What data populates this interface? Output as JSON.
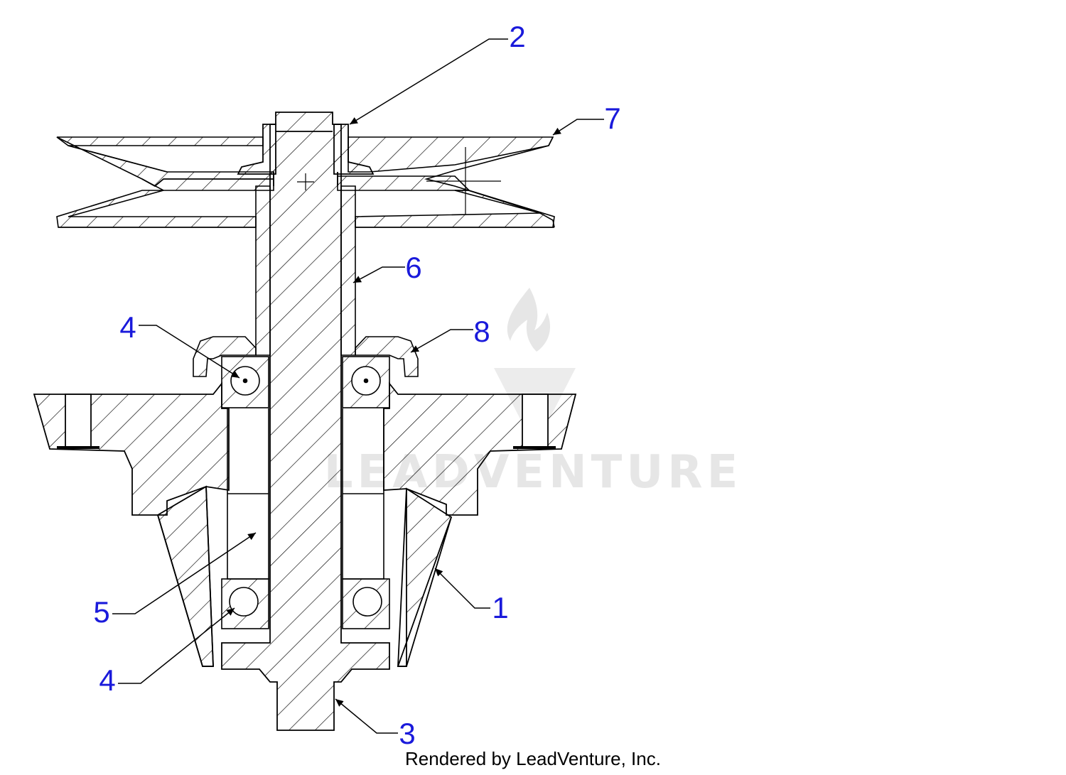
{
  "diagram": {
    "callouts": [
      "2",
      "7",
      "6",
      "4",
      "8",
      "5",
      "1",
      "4",
      "3"
    ],
    "credit": "Rendered by LeadVenture, Inc.",
    "watermark": "LEADVENTURE",
    "colors": {
      "line": "#000000",
      "callout_text": "#1a1adb",
      "watermark": "#e6e6e6",
      "background": "#ffffff"
    }
  }
}
